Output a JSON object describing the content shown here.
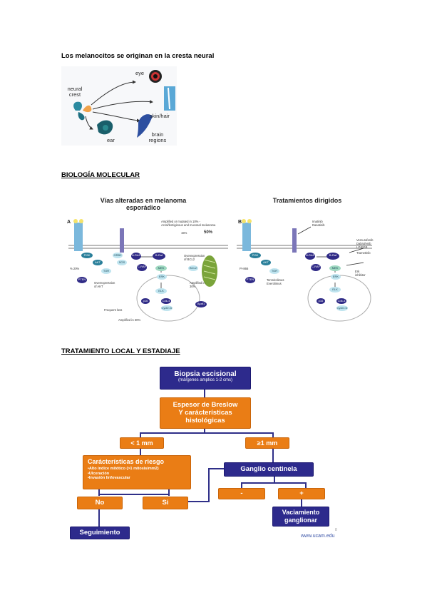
{
  "section1": {
    "heading": "Los melanocitos se originan en la cresta neural",
    "figure": {
      "labels": {
        "neural_crest": "neural\ncrest",
        "eye": "eye",
        "skin_hair": "skin/hair",
        "ear": "ear",
        "brain": "brain\nregions"
      }
    }
  },
  "section2": {
    "heading": "BIOLOGÍA MOLECULAR",
    "panel_a": {
      "letter": "A",
      "title": "Vías alteradas en melanoma\nesporádico",
      "annotations": {
        "amplified": "Amplified or mutated in 10% -\nAcral/lentiginous and mucosal melanoma",
        "pct_15": "15%",
        "pct_50": "50%",
        "overexp_bcl2": "Overexpression\nof BCL2",
        "amp_30": "Amplified in\n30%",
        "pten_loss": "% 20%",
        "overexp_akt": "Overexpression\nof AKT",
        "frequent_loss": "Frequent loss",
        "amp_30b": "Amplified in 30%"
      },
      "nodes": {
        "kit": "K I T",
        "nras": "N-RAS\nGTP",
        "sos": "SOS",
        "grb2": "GRB2",
        "braf": "B-Raf",
        "craf": "C-RAF",
        "mek": "MEK",
        "erk": "ERK",
        "elk": "ELK",
        "pi3k": "PI3K",
        "akt": "AKT",
        "tor": "TOR",
        "pten": "PTEN",
        "p16": "p16",
        "cdk4": "Cdk-4",
        "cyclind": "Cyclin D",
        "bcl2": "BCL2",
        "apaf1": "Apaf1"
      }
    },
    "panel_b": {
      "letter": "B",
      "title": "Tratamientos dirigidos",
      "annotations": {
        "imatinib": "Imatinib\nDasatinib",
        "vemurafenib": "Vemurafenib\nDabrafenib\nLGX818",
        "trametinib": "Trametinib",
        "erk_inhibitor": "Erk\ninhibitor",
        "temsirolimus": "Temsirolimus\nEverolimus",
        "pi_inhibitor": "PI-866"
      },
      "nodes": {
        "nras": "N-RAS\nGTP",
        "braf": "B-Raf",
        "craf": "C-RAF",
        "mek": "MEK",
        "erk": "ERK",
        "elk": "ELK",
        "pi3k": "PI3K",
        "akt": "AKT",
        "tor": "TOR",
        "pten": "PTEN",
        "p16": "p16",
        "cdk4": "Cdk-4",
        "cyclind": "Cyclin D"
      }
    }
  },
  "section3": {
    "heading": "TRATAMIENTO LOCAL Y ESTADIAJE",
    "flow": {
      "biopsia": "Biopsia escisional",
      "biopsia_sub": "(márgenes amplios 1-2 cms)",
      "breslow": "Espesor de Breslow\nY carácterísticas\nhistológicas",
      "lt1": "< 1 mm",
      "ge1": "≥1 mm",
      "riesgo_title": "Carácterísticas de riesgo",
      "riesgo_items": [
        "•Alto índice mitótico (>1 mitosis/mm2)",
        "•Ulceración",
        "•Invasión linfovascular"
      ],
      "no": "No",
      "si": "Si",
      "ganglio": "Ganglio centinela",
      "minus": "-",
      "plus": "+",
      "seguimiento": "Seguimiento",
      "vaciamiento": "Vaciamiento\nganglionar",
      "url": "www.ucam.edu",
      "page": "8"
    },
    "colors": {
      "purple": "#2d2a8c",
      "orange": "#ea7d15"
    }
  }
}
